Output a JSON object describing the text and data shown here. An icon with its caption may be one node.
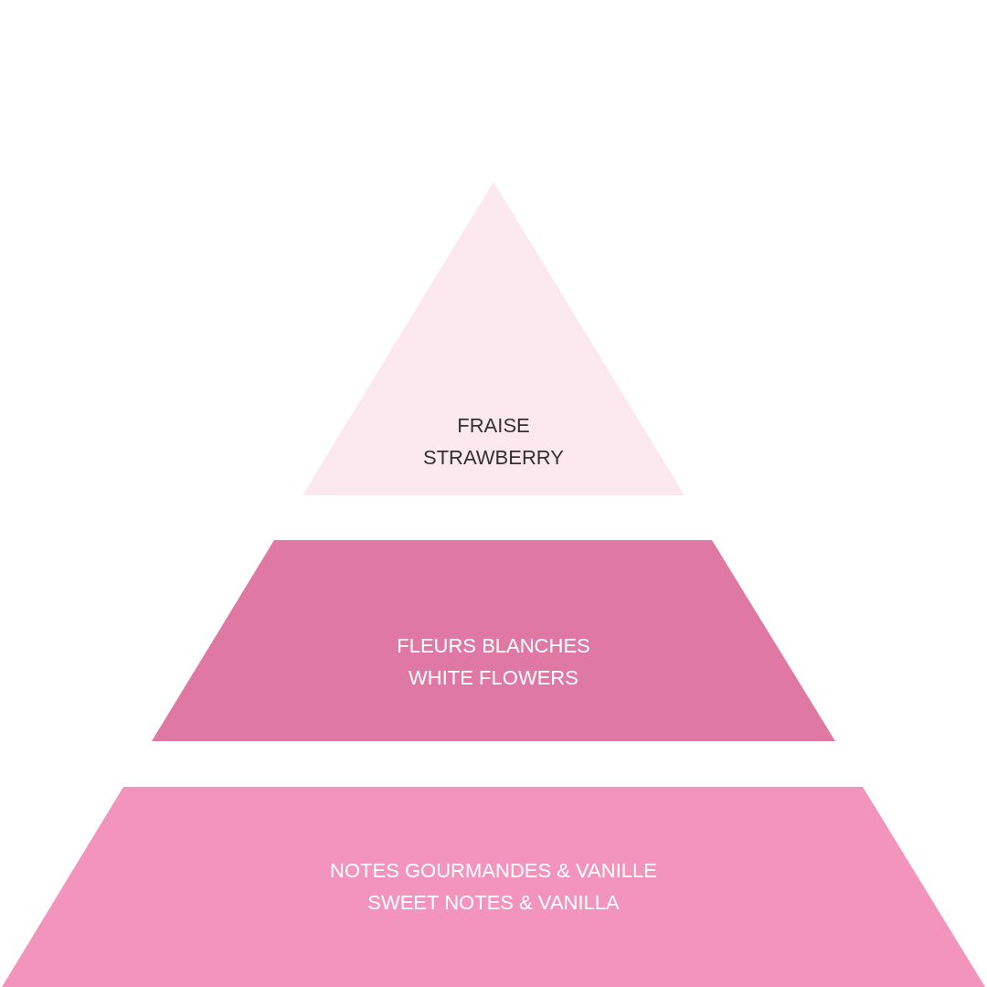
{
  "diagram": {
    "nodes": [
      {
        "text": [
          "FRAISE",
          "STRAWBERRY"
        ]
      },
      {
        "text": [
          "FLEURS BLANCHES",
          "WHITE FLOWERS"
        ]
      },
      {
        "text": [
          "NOTES GOURMANDES & VANILLE",
          "SWEET NOTES & VANILLA"
        ]
      }
    ]
  }
}
